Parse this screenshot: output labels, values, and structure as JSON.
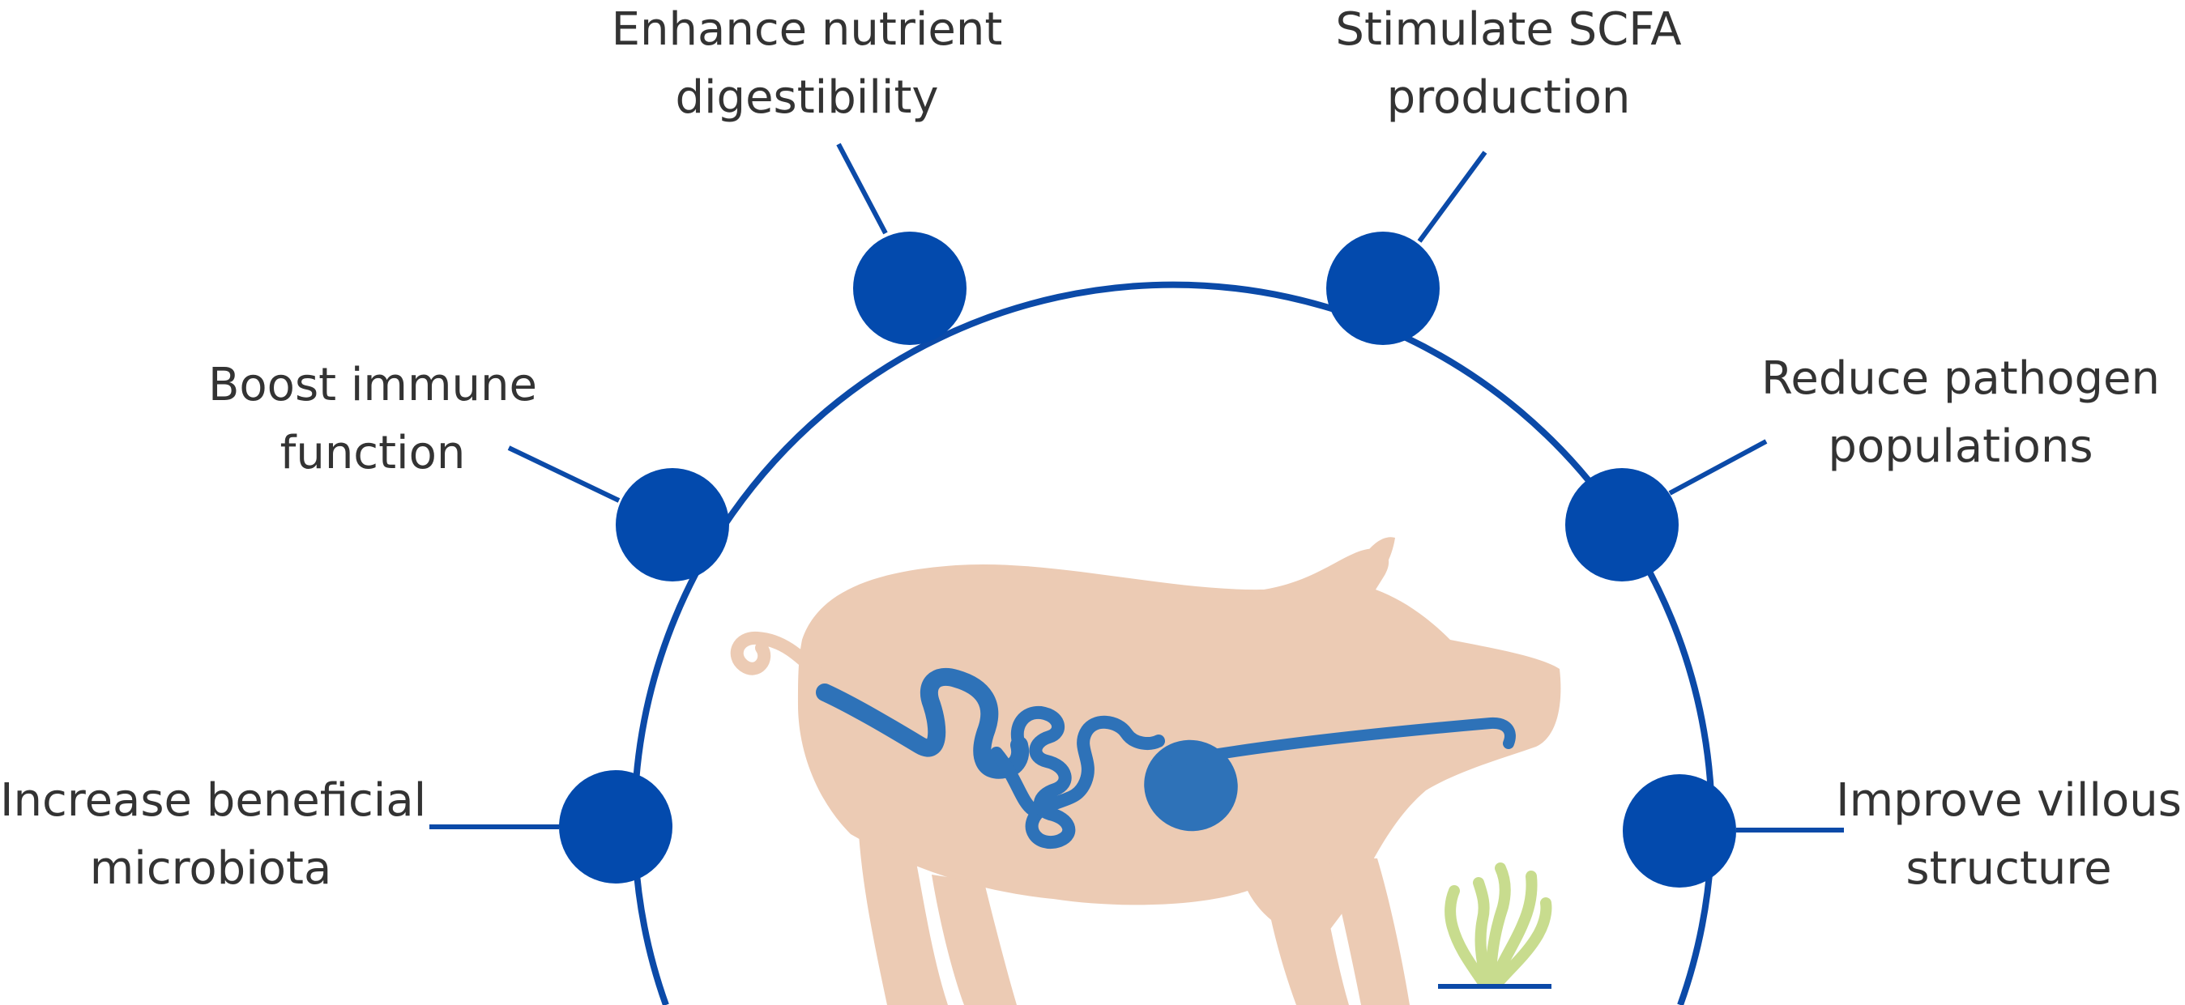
{
  "colors": {
    "ring": "#0b4aa8",
    "node": "#034aad",
    "pig": "#eccbb4",
    "intestine": "#2e72b8",
    "villi": "#c8dc8e",
    "text": "#333333"
  },
  "labels": {
    "nutrient": {
      "line1": "Enhance nutrient",
      "line2": "digestibility"
    },
    "scfa": {
      "line1": "Stimulate SCFA",
      "line2": "production"
    },
    "immune": {
      "line1": "Boost immune",
      "line2": "function"
    },
    "pathogen": {
      "line1": "Reduce pathogen",
      "line2": "populations"
    },
    "microbiota": {
      "line1": "Increase beneficial",
      "line2": "microbiota"
    },
    "villous": {
      "line1": "Improve villous",
      "line2": "structure"
    }
  },
  "icons": [
    "pig-illustration",
    "intestine-icon",
    "villi-icon"
  ]
}
